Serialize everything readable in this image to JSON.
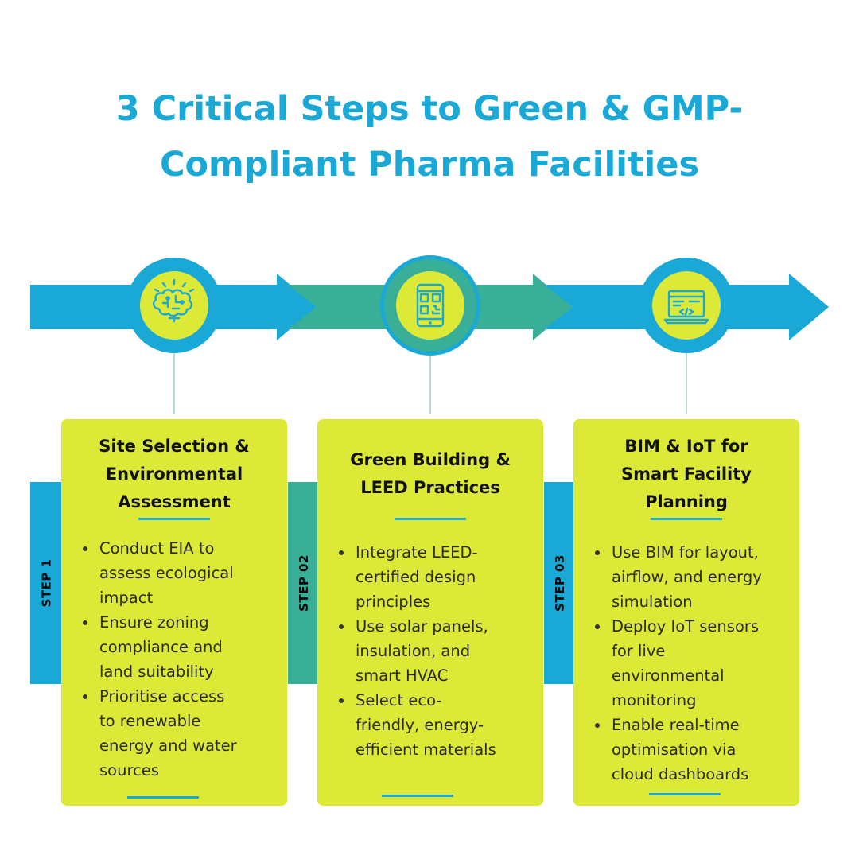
{
  "title": {
    "line1": "3 Critical Steps to Green & GMP-",
    "line2": "Compliant Pharma Facilities"
  },
  "colors": {
    "blue": "#1aa9d6",
    "teal": "#3aaf98",
    "lime": "#dce936",
    "connector": "#b9e0cf"
  },
  "steps": [
    {
      "tab": "STEP 1",
      "icon": "brain-idea-icon",
      "title_lines": [
        "Site Selection &",
        "Environmental",
        "Assessment"
      ],
      "bullets": [
        [
          "Conduct EIA to",
          "assess ecological",
          "impact"
        ],
        [
          "Ensure zoning",
          "compliance and",
          "land suitability"
        ],
        [
          "Prioritise access",
          "to renewable",
          "energy and water",
          "sources"
        ]
      ]
    },
    {
      "tab": "STEP 02",
      "icon": "mobile-qr-code-icon",
      "title_lines": [
        "Green Building &",
        "LEED Practices"
      ],
      "bullets": [
        [
          "Integrate LEED-",
          "certified design",
          "principles"
        ],
        [
          "Use solar panels,",
          "insulation, and",
          "smart HVAC"
        ],
        [
          "Select eco-",
          "friendly, energy-",
          "efficient materials"
        ]
      ]
    },
    {
      "tab": "STEP 03",
      "icon": "laptop-code-icon",
      "title_lines": [
        "BIM & IoT for",
        "Smart Facility",
        "Planning"
      ],
      "bullets": [
        [
          "Use BIM for layout,",
          "airflow, and energy",
          "simulation"
        ],
        [
          "Deploy IoT sensors",
          "for live",
          "environmental",
          "monitoring"
        ],
        [
          "Enable real-time",
          "optimisation via",
          "cloud dashboards"
        ]
      ]
    }
  ]
}
